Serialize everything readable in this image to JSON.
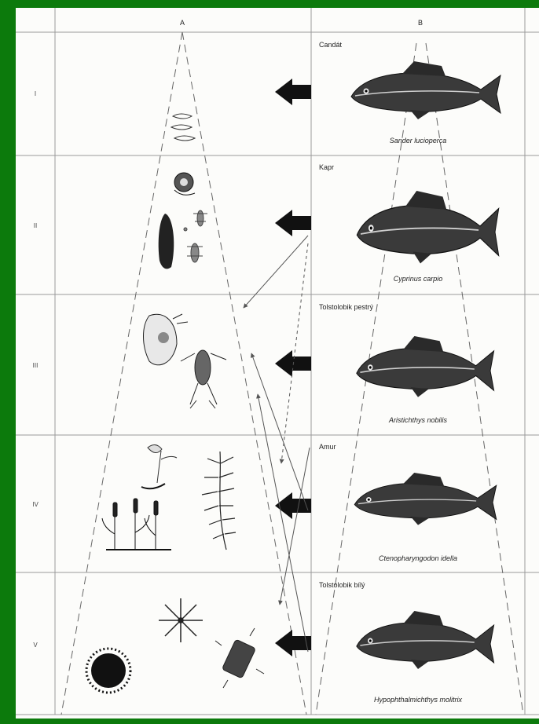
{
  "columns": {
    "a": "A",
    "b": "B"
  },
  "rows": [
    {
      "numeral": "I",
      "common_name": "Candát",
      "latin_name": "Sander lucioperca"
    },
    {
      "numeral": "II",
      "common_name": "Kapr",
      "latin_name": "Cyprinus carpio"
    },
    {
      "numeral": "III",
      "common_name": "Tolstolobik pestrý",
      "latin_name": "Aristichthys nobilis"
    },
    {
      "numeral": "IV",
      "common_name": "Amur",
      "latin_name": "Ctenopharyngodon idella"
    },
    {
      "numeral": "V",
      "common_name": "Tolstolobik bílý",
      "latin_name": "Hypophthalmichthys molitrix"
    }
  ],
  "colors": {
    "background": "#0c7a0c",
    "paper": "#fcfcfa",
    "ink": "#1a1a1a"
  }
}
